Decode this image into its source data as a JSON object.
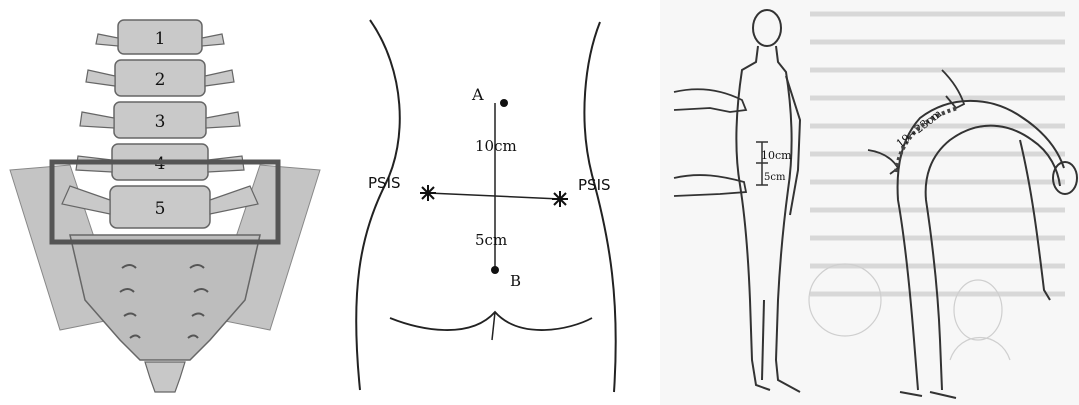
{
  "spine_panel": {
    "vertebra_labels": [
      "1",
      "2",
      "3",
      "4",
      "5"
    ],
    "highlight_color": "#555555"
  },
  "back_panel": {
    "point_a": "A",
    "point_b": "B",
    "left_psis": "PSIS",
    "right_psis": "PSIS",
    "upper_distance": "10cm",
    "lower_distance": "5cm"
  },
  "figure_panel": {
    "upper_distance": "10cm",
    "lower_distance": "5cm",
    "flexion_range": "19~23cm"
  }
}
